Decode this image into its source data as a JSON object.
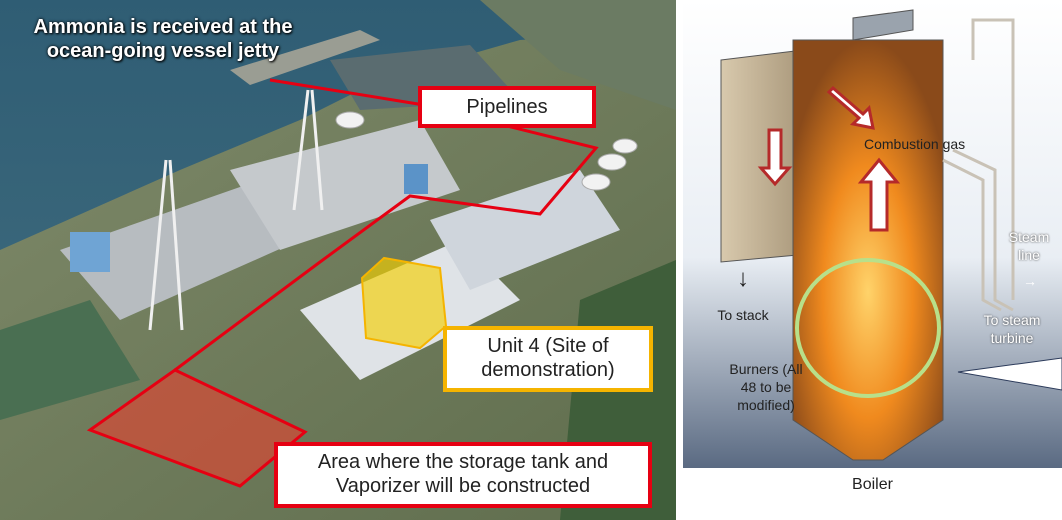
{
  "photo": {
    "headline": "Ammonia is received at the ocean-going vessel jetty",
    "callouts": {
      "pipelines": "Pipelines",
      "unit4": "Unit 4 (Site of demonstration)",
      "area": "Area where the storage tank and Vaporizer will be constructed"
    },
    "colors": {
      "pipeline_red": "#e60012",
      "unit4_yellow": "#f5b400",
      "sea": "#3e6b82"
    }
  },
  "boiler": {
    "labels": {
      "combustion_gas": "Combustion gas",
      "steam_line": "Steam line",
      "steam_arrow": "→",
      "to_stack": "To stack",
      "stack_arrow": "↓",
      "to_steam_turbine": "To steam turbine",
      "burners": "Burners (All 48 to be modified)"
    },
    "caption": "Boiler",
    "colors": {
      "flame": "#f08a1e",
      "arrow": "#b52a2a",
      "highlight": "#b8e08a"
    }
  }
}
